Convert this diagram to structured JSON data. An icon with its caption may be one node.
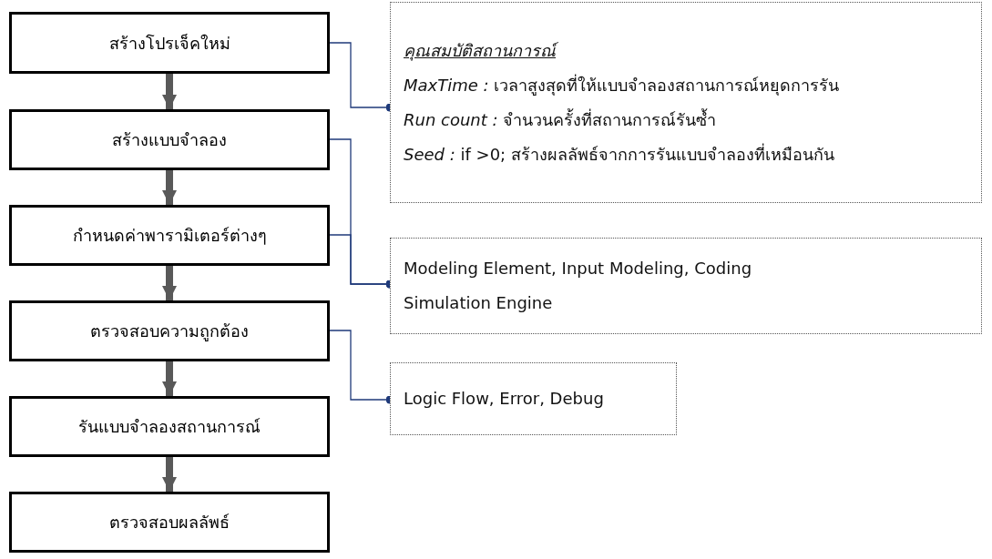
{
  "diagram": {
    "nodes": [
      {
        "text": [
          "สร้างโปรเจ็คใหม่"
        ]
      },
      {
        "text": [
          "สร้างแบบจำลอง"
        ]
      },
      {
        "text": [
          "กำหนดค่าพารามิเตอร์ต่างๆ"
        ]
      },
      {
        "text": [
          "ตรวจสอบความถูกต้อง"
        ]
      },
      {
        "text": [
          "รันแบบจำลองสถานการณ์"
        ]
      },
      {
        "text": [
          "ตรวจสอบผลลัพธ์"
        ]
      },
      {
        "text": [
          "คุณสมบัติสถานการณ์",
          "*MaxTime :* เวลาสูงสุดที่ให้แบบจำลองสถานการณ์หยุดการรัน",
          "*Run count :* จำนวนครั้งที่สถานการณ์รันซ้ำ",
          "*Seed :* if >0; สร้างผลลัพธ์จากการรันแบบจำลองที่เหมือนกัน"
        ]
      },
      {
        "text": [
          "Modeling Element, Input Modeling, Coding",
          "Simulation Engine"
        ]
      },
      {
        "text": [
          "Logic Flow, Error, Debug"
        ]
      }
    ],
    "edges": [
      {
        "from": 0,
        "to": 1,
        "arrow": "to"
      },
      {
        "from": 1,
        "to": 2,
        "arrow": "to"
      },
      {
        "from": 2,
        "to": 3,
        "arrow": "to"
      },
      {
        "from": 3,
        "to": 4,
        "arrow": "to"
      },
      {
        "from": 4,
        "to": 5,
        "arrow": "to"
      },
      {
        "from": 0,
        "to": 6,
        "arrow": "other",
        "color": "#1f3a7a"
      },
      {
        "from": 1,
        "to": 7,
        "arrow": "other",
        "color": "#1f3a7a"
      },
      {
        "from": 2,
        "to": 7,
        "arrow": "other",
        "color": "#1f3a7a"
      },
      {
        "from": 3,
        "to": 8,
        "arrow": "other",
        "color": "#1f3a7a"
      }
    ]
  }
}
